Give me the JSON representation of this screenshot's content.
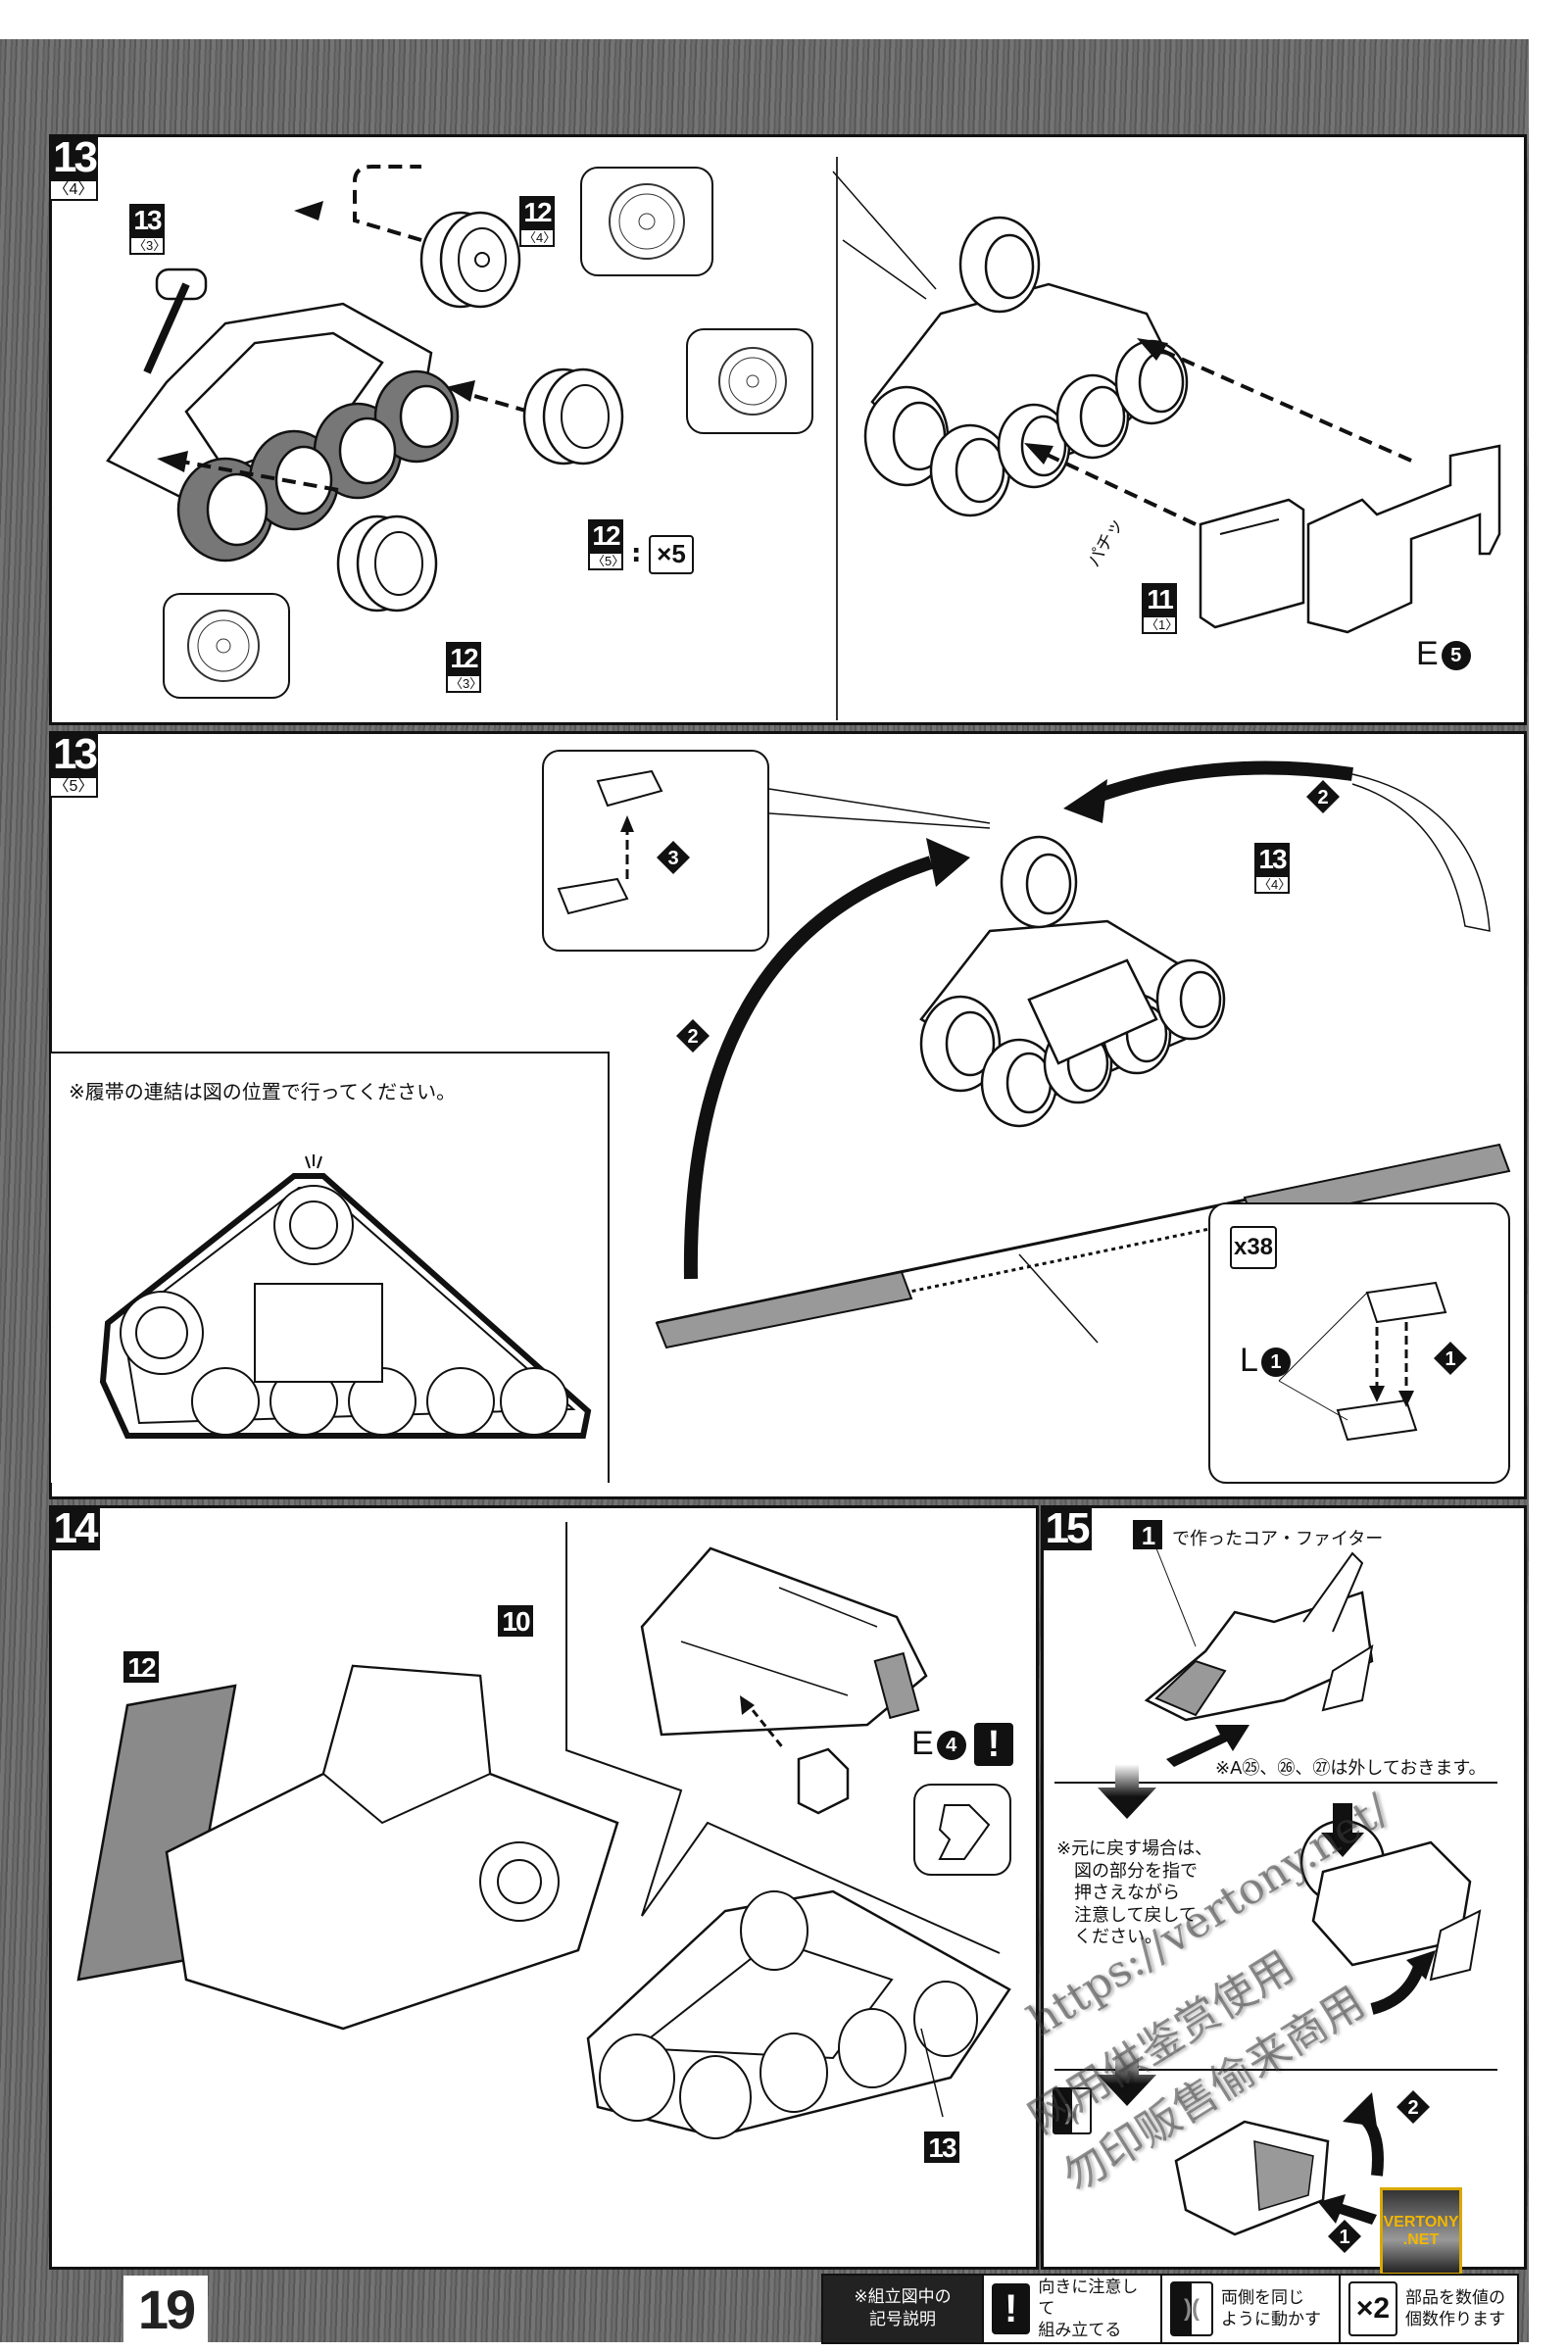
{
  "page": {
    "page_number": "19",
    "watermark_lines": [
      "https://vertony.net/",
      "网用供鉴赏使用",
      "勿印贩售偷来商用"
    ],
    "logo": {
      "line1": "VERTONY",
      "line2": ".NET"
    }
  },
  "steps": [
    {
      "id": "13",
      "sub": "〈4〉",
      "left_panel": {
        "labels": [
          {
            "num": "13",
            "sub": "〈3〉"
          },
          {
            "num": "12",
            "sub": "〈4〉"
          },
          {
            "num": "12",
            "sub": "〈5〉",
            "multiplier": "×5",
            "separator": ":"
          },
          {
            "num": "12",
            "sub": "〈3〉"
          }
        ]
      },
      "right_panel": {
        "labels": [
          {
            "num": "11",
            "sub": "〈1〉"
          }
        ],
        "part": {
          "letter": "E",
          "number": "5"
        },
        "sound_effect": "パチッ"
      }
    },
    {
      "id": "13",
      "sub": "〈5〉",
      "note": "※履帯の連結は図の位置で行ってください。",
      "callout_step": "3",
      "arc_steps": [
        "2",
        "2"
      ],
      "assembly_label": {
        "num": "13",
        "sub": "〈4〉"
      },
      "link_callout": {
        "multiplier": "x38",
        "part": {
          "letter": "L",
          "number": "1"
        },
        "step": "1"
      }
    },
    {
      "id": "14",
      "labels": [
        {
          "num": "12"
        },
        {
          "num": "10"
        },
        {
          "num": "13"
        }
      ],
      "part": {
        "letter": "E",
        "number": "4"
      },
      "caution_icon": "!"
    },
    {
      "id": "15",
      "intro": {
        "num": "1",
        "text": "で作ったコア・ファイター"
      },
      "note_remove": "※A㉕、㉖、㉗は外しておきます。",
      "note_restore": [
        "※元に戻す場合は、",
        "図の部分を指で",
        "押さえながら",
        "注意して戻して",
        "ください。"
      ],
      "steps": [
        "1",
        "2"
      ]
    }
  ],
  "legend": {
    "heading": [
      "※組立図中の",
      "記号説明"
    ],
    "items": [
      {
        "icon": "!",
        "name": "caution",
        "text": [
          "向きに注意して",
          "組み立てる"
        ]
      },
      {
        "icon": "⟆⟅",
        "name": "move-both-sides",
        "text": [
          "両側を同じ",
          "ように動かす"
        ]
      },
      {
        "icon": "×2",
        "name": "multiply",
        "text": [
          "部品を数値の",
          "個数作ります"
        ]
      }
    ]
  }
}
